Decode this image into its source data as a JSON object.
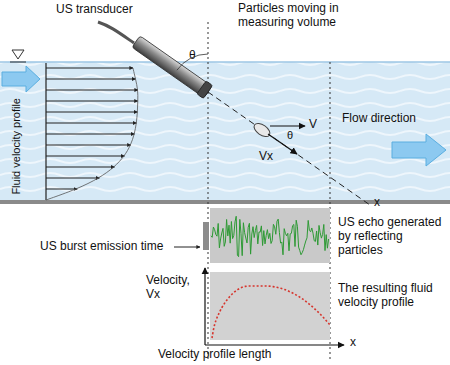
{
  "diagram": {
    "labels": [
      "US transducer",
      "Particles moving in measuring volume",
      "θ",
      "V",
      "Vx",
      "θ",
      "x",
      "Fluid velocity profile",
      "Flow direction",
      "US echo generated by reflecting particles",
      "US burst emission time",
      "Velocity, Vx",
      "The resulting fluid velocity profile",
      "Velocity profile length",
      "x"
    ]
  }
}
